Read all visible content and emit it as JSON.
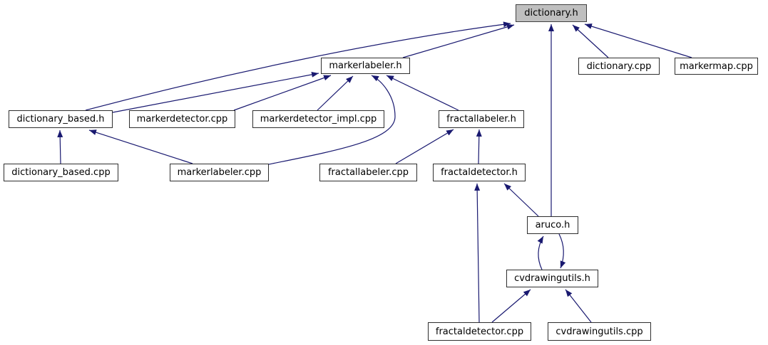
{
  "graph": {
    "type": "include-dependency-graph",
    "root": "dictionary.h",
    "colors": {
      "edge": "#191970",
      "node_fill": "#ffffff",
      "root_fill": "#bfbfbf",
      "border": "#2e2e2e",
      "root_border": "#404040",
      "background": "#ffffff",
      "text": "#000000"
    },
    "nodes": [
      {
        "id": "dictionary_h",
        "label": "dictionary.h",
        "root": true
      },
      {
        "id": "markerlabeler_h",
        "label": "markerlabeler.h"
      },
      {
        "id": "dictionary_cpp",
        "label": "dictionary.cpp"
      },
      {
        "id": "markermap_cpp",
        "label": "markermap.cpp"
      },
      {
        "id": "dictionary_based_h",
        "label": "dictionary_based.h"
      },
      {
        "id": "markerdetector_cpp",
        "label": "markerdetector.cpp"
      },
      {
        "id": "markerdetector_impl_cpp",
        "label": "markerdetector_impl.cpp"
      },
      {
        "id": "fractallabeler_h",
        "label": "fractallabeler.h"
      },
      {
        "id": "dictionary_based_cpp",
        "label": "dictionary_based.cpp"
      },
      {
        "id": "markerlabeler_cpp",
        "label": "markerlabeler.cpp"
      },
      {
        "id": "fractallabeler_cpp",
        "label": "fractallabeler.cpp"
      },
      {
        "id": "fractaldetector_h",
        "label": "fractaldetector.h"
      },
      {
        "id": "aruco_h",
        "label": "aruco.h"
      },
      {
        "id": "cvdrawingutils_h",
        "label": "cvdrawingutils.h"
      },
      {
        "id": "fractaldetector_cpp",
        "label": "fractaldetector.cpp"
      },
      {
        "id": "cvdrawingutils_cpp",
        "label": "cvdrawingutils.cpp"
      }
    ],
    "edges": [
      {
        "from": "markerlabeler_h",
        "to": "dictionary_h"
      },
      {
        "from": "dictionary_based_h",
        "to": "dictionary_h"
      },
      {
        "from": "dictionary_based_h",
        "to": "markerlabeler_h"
      },
      {
        "from": "markerdetector_cpp",
        "to": "markerlabeler_h"
      },
      {
        "from": "markerdetector_impl_cpp",
        "to": "markerlabeler_h"
      },
      {
        "from": "markerlabeler_cpp",
        "to": "markerlabeler_h"
      },
      {
        "from": "fractallabeler_h",
        "to": "markerlabeler_h"
      },
      {
        "from": "dictionary_cpp",
        "to": "dictionary_h"
      },
      {
        "from": "markermap_cpp",
        "to": "dictionary_h"
      },
      {
        "from": "aruco_h",
        "to": "dictionary_h"
      },
      {
        "from": "dictionary_based_cpp",
        "to": "dictionary_based_h"
      },
      {
        "from": "markerlabeler_cpp",
        "to": "dictionary_based_h"
      },
      {
        "from": "fractallabeler_cpp",
        "to": "fractallabeler_h"
      },
      {
        "from": "fractaldetector_h",
        "to": "fractallabeler_h"
      },
      {
        "from": "aruco_h",
        "to": "fractaldetector_h"
      },
      {
        "from": "fractaldetector_cpp",
        "to": "fractaldetector_h"
      },
      {
        "from": "cvdrawingutils_h",
        "to": "aruco_h"
      },
      {
        "from": "aruco_h",
        "to": "cvdrawingutils_h"
      },
      {
        "from": "fractaldetector_cpp",
        "to": "cvdrawingutils_h"
      },
      {
        "from": "cvdrawingutils_cpp",
        "to": "cvdrawingutils_h"
      }
    ]
  }
}
